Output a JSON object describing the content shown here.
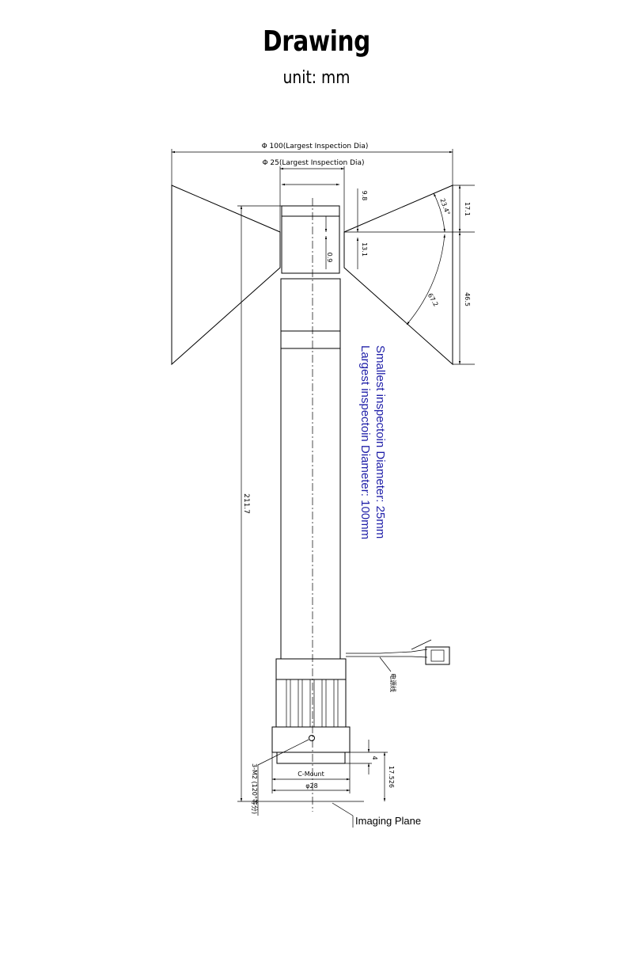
{
  "header": {
    "title": "Drawing",
    "subtitle": "unit: mm"
  },
  "dimensions": {
    "largest_dia": "Φ 100(Largest Inspection Dia)",
    "smallest_dia": "Φ 25(Largest Inspection Dia)",
    "total_length": "211.7",
    "d_9_8": "9.8",
    "d_0_9": "0.9",
    "d_13_1": "13.1",
    "d_17_1": "17.1",
    "d_46_5": "46.5",
    "angle_1": "23.4°",
    "angle_2": "67.2",
    "d_4": "4",
    "d_17_526": "17.526",
    "mount": "C-Mount",
    "phi_28": "φ28",
    "screw": "3-M2 (120°等分)",
    "cable": "电源线"
  },
  "notes": {
    "line_1": "Smallest inspectoin Diameter: 25mm",
    "line_2": "Largest inspectoin Diameter: 100mm"
  },
  "labels": {
    "imaging_plane": "Imaging Plane"
  },
  "colors": {
    "note_text": "#1f1fa8",
    "line": "#000000"
  }
}
